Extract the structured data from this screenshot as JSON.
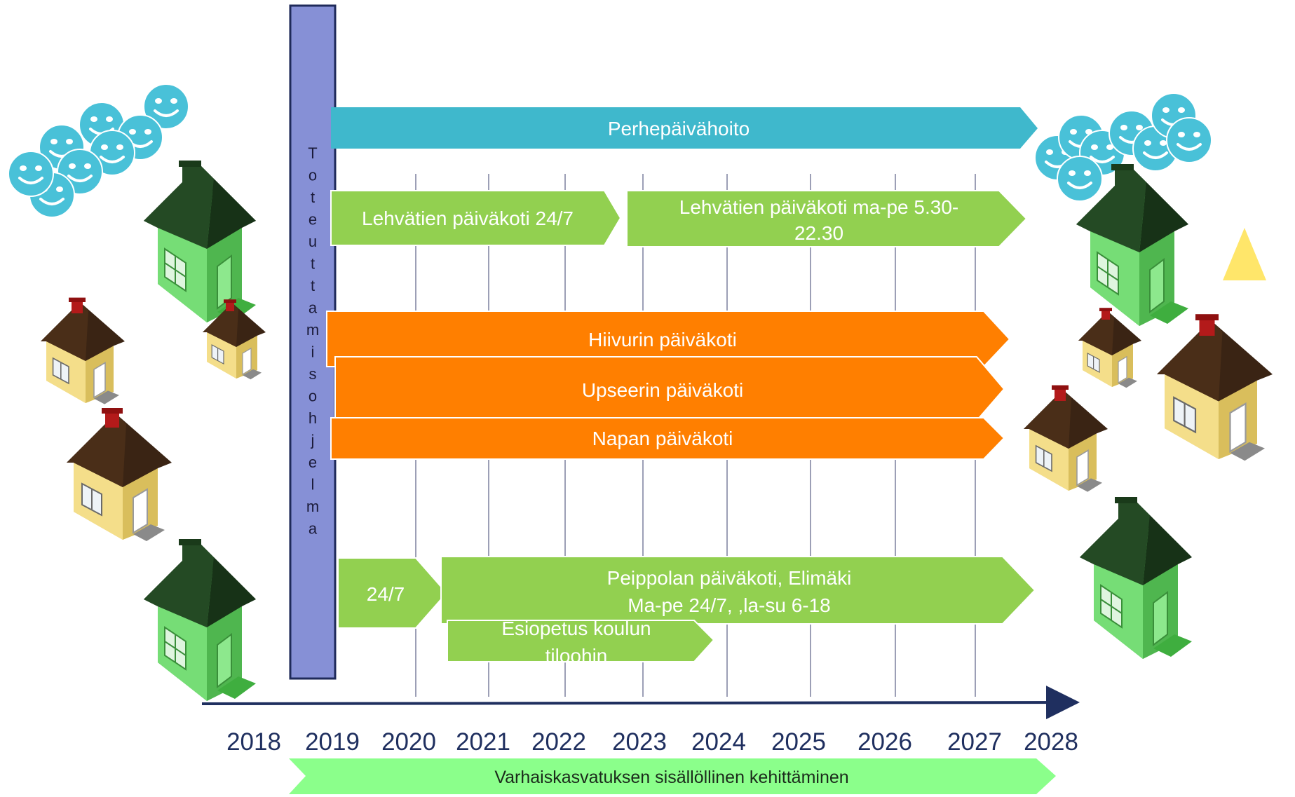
{
  "program": {
    "label": "Toteuttamisohjelma",
    "letters": [
      "T",
      "o",
      "t",
      "e",
      "u",
      "t",
      "t",
      "a",
      "m",
      "i",
      "s",
      "o",
      "h",
      "j",
      "e",
      "l",
      "m",
      "a"
    ]
  },
  "years": [
    "2018",
    "2019",
    "2020",
    "2021",
    "2022",
    "2023",
    "2024",
    "2025",
    "2026",
    "2027",
    "2028"
  ],
  "bars": {
    "perhe": "Perhepäivähoito",
    "leh1": "Lehvätien päiväkoti 24/7",
    "leh2_line1": "Lehvätien päiväkoti ma-pe 5.30-",
    "leh2_line2": "22.30",
    "hiivuri": "Hiivurin päiväkoti",
    "upseeri": "Upseerin päiväkoti",
    "nappa": "Napan päiväkoti",
    "peip_small": "24/7",
    "peip_line1": "Peippolan päiväkoti, Elimäki",
    "peip_line2": "Ma-pe 24/7, ,la-su 6-18",
    "esi_line1": "Esiopetus koulun",
    "esi_line2": "tiloohin"
  },
  "footer": "Varhaiskasvatuksen sisällöllinen kehittäminen",
  "colors": {
    "teal": "#3fb8cc",
    "green": "#92d050",
    "orange": "#ff7f00",
    "program": "#8690d6",
    "footer": "#8bff8b",
    "axis": "#1f2f5f",
    "smiley": "#49c1d8",
    "house_green": "#6fd66f",
    "house_yellow": "#f2dc84",
    "triangle": "#ffe66a"
  },
  "icons": [
    "smiley-icon",
    "house-icon",
    "triangle-icon"
  ]
}
